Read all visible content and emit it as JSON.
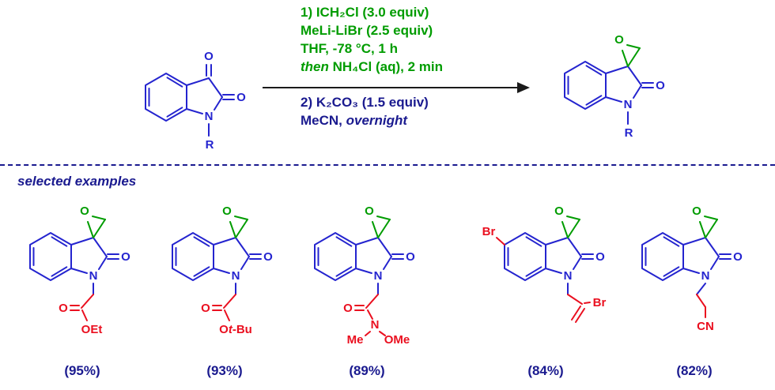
{
  "colors": {
    "blue": "#2424cf",
    "green": "#009c00",
    "red": "#ea0f1f",
    "navy": "#1a1a8f",
    "arrow": "#1a1a1a"
  },
  "scheme": {
    "step1": {
      "line1": "1) ICH₂Cl (3.0 equiv)",
      "line2": "MeLi-LiBr (2.5 equiv)",
      "line3": "THF, -78 °C, 1 h",
      "line4_italic": "then",
      "line4_rest": " NH₄Cl (aq), 2 min"
    },
    "step2": {
      "line1": "2) K₂CO₃ (1.5 equiv)",
      "line2_prefix": "MeCN, ",
      "line2_italic": "overnight"
    },
    "reactant": {
      "c3_o": "O",
      "lactam_o": "O",
      "n": "N",
      "r": "R"
    },
    "product": {
      "epoxide_o": "O",
      "lactam_o": "O",
      "n": "N",
      "r": "R"
    }
  },
  "section_title": "selected examples",
  "examples": [
    {
      "yield": "(95%)",
      "labels": {
        "epoxide_o": "O",
        "lactam_o": "O",
        "n": "N",
        "carbonyl_o": "O",
        "ester": "OEt"
      }
    },
    {
      "yield": "(93%)",
      "labels": {
        "epoxide_o": "O",
        "lactam_o": "O",
        "n": "N",
        "carbonyl_o": "O",
        "ester_o": "O",
        "ester_t": "t",
        "ester_rest": "-Bu"
      }
    },
    {
      "yield": "(89%)",
      "labels": {
        "epoxide_o": "O",
        "lactam_o": "O",
        "n": "N",
        "carbonyl_o": "O",
        "amide_n": "N",
        "me": "Me",
        "ome": "OMe"
      }
    },
    {
      "yield": "(84%)",
      "labels": {
        "epoxide_o": "O",
        "lactam_o": "O",
        "n": "N",
        "aryl_br": "Br",
        "vinyl_br": "Br"
      }
    },
    {
      "yield": "(82%)",
      "labels": {
        "epoxide_o": "O",
        "lactam_o": "O",
        "n": "N",
        "nitrile": "CN"
      }
    }
  ]
}
